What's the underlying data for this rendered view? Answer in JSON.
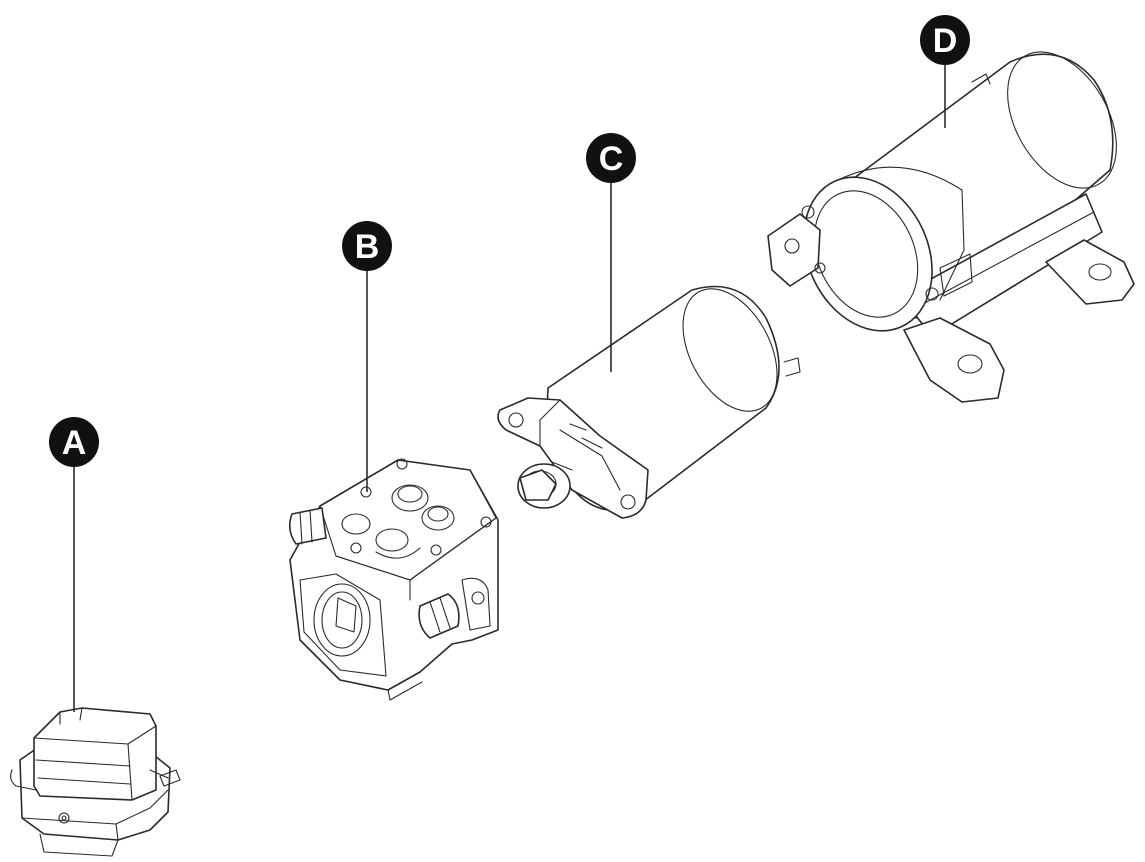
{
  "callouts": [
    {
      "letter": "A"
    },
    {
      "letter": "B"
    },
    {
      "letter": "C"
    },
    {
      "letter": "D"
    }
  ]
}
